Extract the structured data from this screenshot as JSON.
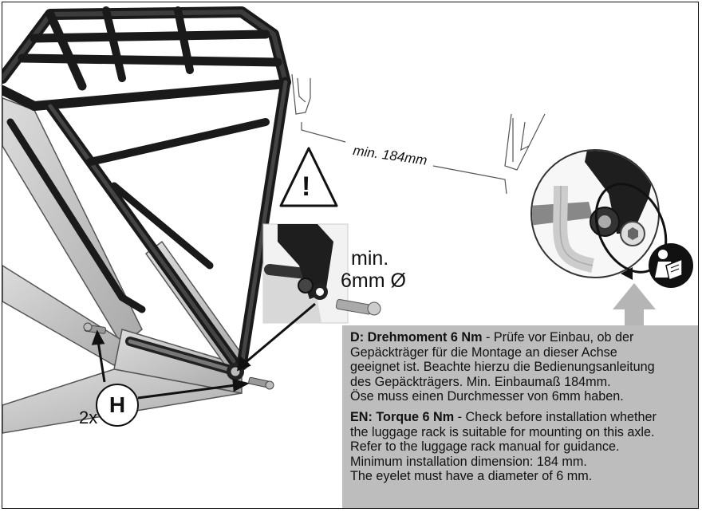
{
  "dimension_label": "min. 184mm",
  "warning": {
    "symbol": "!",
    "min_text": "min.",
    "diameter_text": "6mm Ø"
  },
  "part_label": {
    "count": "2x",
    "letter": "H"
  },
  "info": {
    "de_heading": "D: Drehmoment 6 Nm",
    "de_lines": [
      " - Prüfe vor Einbau, ob der",
      "Gepäckträger für die Montage an dieser Achse",
      "geeignet ist. Beachte hierzu die Bedienungsanleitung",
      "des Gepäckträgers. Min. Einbaumaß 184mm.",
      "Öse muss einen Durchmesser von 6mm haben."
    ],
    "en_heading": "EN: Torque 6 Nm",
    "en_lines": [
      " - Check before installation whether",
      "the luggage rack is suitable for mounting on this axle.",
      "Refer to the luggage rack manual for guidance.",
      "Minimum installation dimension: 184 mm.",
      "The eyelet must have a diameter of 6 mm."
    ]
  },
  "icons": [
    "warning-triangle-icon",
    "read-manual-icon",
    "arrow-up-icon"
  ]
}
